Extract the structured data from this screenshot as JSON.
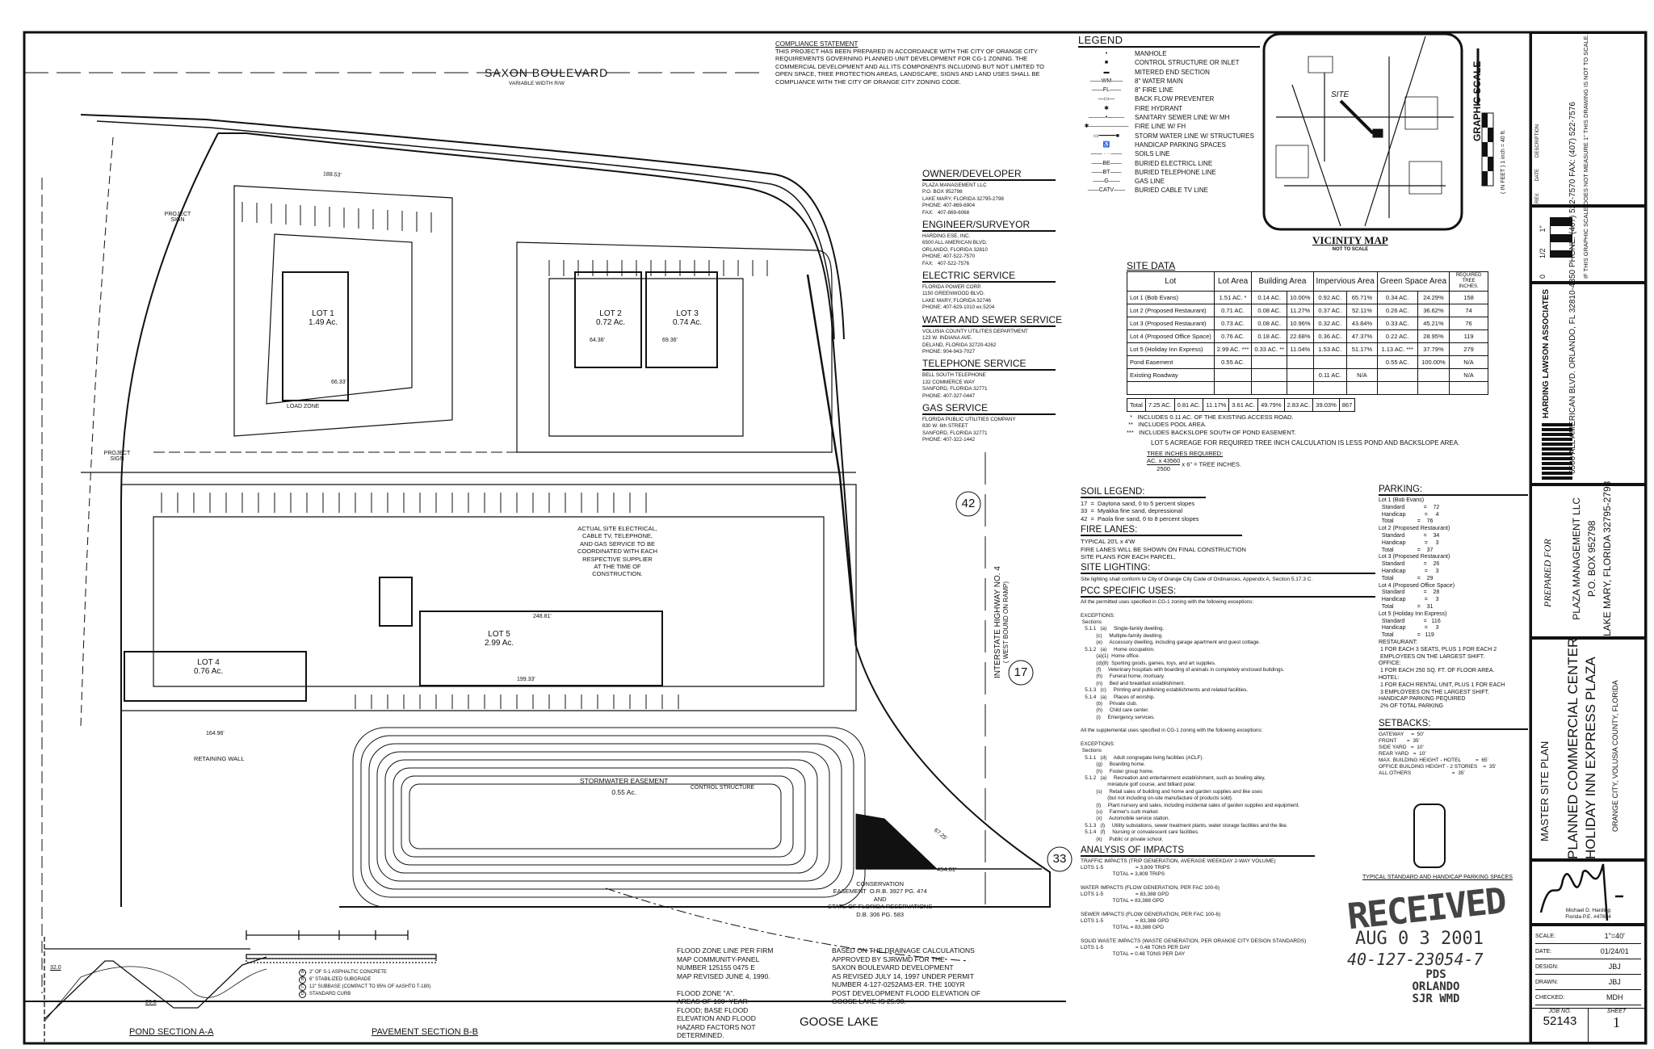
{
  "compliance": {
    "title": "COMPLIANCE STATEMENT",
    "body": "THIS PROJECT HAS BEEN PREPARED IN ACCORDANCE WITH THE CITY OF ORANGE CITY\nREQUIREMENTS GOVERNING PLANNED UNIT DEVELOPMENT FOR CG-1 ZONING. THE\nCOMMERCIAL DEVELOPMENT AND ALL ITS COMPONENTS INCLUDING BUT NOT LIMITED TO\nOPEN SPACE, TREE PROTECTION AREAS, LANDSCAPE, SIGNS AND LAND USES SHALL BE\nCOMPLIANCE WITH THE CITY OF ORANGE CITY ZONING CODE."
  },
  "legend": {
    "title": "LEGEND",
    "items": [
      {
        "symbol": "•",
        "label": "MANHOLE"
      },
      {
        "symbol": "■",
        "label": "CONTROL STRUCTURE OR INLET"
      },
      {
        "symbol": "▬",
        "label": "MITERED END SECTION"
      },
      {
        "symbol": "——WM——",
        "label": "8\" WATER MAIN"
      },
      {
        "symbol": "——FL——",
        "label": "8\" FIRE LINE"
      },
      {
        "symbol": "—▭—",
        "label": "BACK FLOW PREVENTER"
      },
      {
        "symbol": "✱",
        "label": "FIRE HYDRANT"
      },
      {
        "symbol": "———•———",
        "label": "SANITARY SEWER LINE W/ MH"
      },
      {
        "symbol": "✱———————",
        "label": "FIRE LINE W/ FH"
      },
      {
        "symbol": "▭━━━━━■",
        "label": "STORM WATER LINE W/ STRUCTURES"
      },
      {
        "symbol": "♿",
        "label": "HANDICAP PARKING SPACES"
      },
      {
        "symbol": "—— · · ——",
        "label": "SOILS LINE"
      },
      {
        "symbol": "——BE——",
        "label": "BURIED ELECTRICL LINE"
      },
      {
        "symbol": "——BT——",
        "label": "BURIED TELEPHONE LINE"
      },
      {
        "symbol": "——G——",
        "label": "GAS LINE"
      },
      {
        "symbol": "——CATV——",
        "label": "BURIED CABLE TV LINE"
      }
    ]
  },
  "vicinity_map": {
    "title": "VICINITY MAP",
    "subtitle": "NOT TO SCALE",
    "site_label": "SITE"
  },
  "graphic_scale": {
    "title": "GRAPHIC SCALE",
    "units": "( IN FEET )",
    "ratio": "1 inch = 40 ft."
  },
  "contacts": [
    {
      "title": "OWNER/DEVELOPER",
      "lines": "PLAZA MANAGEMENT LLC\nP.O. BOX 952798\nLAKE MARY, FLORIDA 32795-2798\nPHONE: 407-869-6904\nFAX:   407-869-6068"
    },
    {
      "title": "ENGINEER/SURVEYOR",
      "lines": "HARDING ESE, INC.\n6500 ALL AMERICAN BLVD.\nORLANDO, FLORIDA 32810\nPHONE: 407-522-7570\nFAX:   407-522-7576"
    },
    {
      "title": "ELECTRIC SERVICE",
      "lines": "FLORIDA POWER CORP.\n1150 GREENWOOD BLVD.\nLAKE MARY, FLORIDA 32746\nPHONE: 407-629-1010 ex.5204"
    },
    {
      "title": "WATER AND SEWER SERVICE",
      "lines": "VOLUSIA COUNTY UTILITIES DEPARTMENT\n123 W. INDIANA AVE.\nDELAND, FLORIDA 32720-4262\nPHONE: 904-943-7027"
    },
    {
      "title": "TELEPHONE SERVICE",
      "lines": "BELL SOUTH TELEPHONE\n132 COMMERCE WAY\nSANFORD, FLORIDA 32771\nPHONE: 407-327-0447"
    },
    {
      "title": "GAS SERVICE",
      "lines": "FLORIDA PUBLIC UTILITIES COMPANY\n830 W. 6th STREET\nSANFORD, FLORIDA 32771\nPHONE: 407-322-1442"
    }
  ],
  "site_data": {
    "title": "SITE DATA",
    "headers": [
      "Lot",
      "Lot Area",
      "Building Area",
      "Impervious Area",
      "Green Space Area",
      "REQUIRED TREE INCHES."
    ],
    "rows": [
      [
        "Lot 1 (Bob Evans)",
        "1.51 AC. *",
        "0.14 AC.",
        "10.00%",
        "0.92 AC.",
        "65.71%",
        "0.34 AC.",
        "24.29%",
        "158"
      ],
      [
        "Lot 2 (Proposed Restaurant)",
        "0.71 AC.",
        "0.08 AC.",
        "11.27%",
        "0.37 AC.",
        "52.11%",
        "0.26 AC.",
        "36.62%",
        "74"
      ],
      [
        "Lot 3 (Proposed Restaurant)",
        "0.73 AC.",
        "0.08 AC.",
        "10.96%",
        "0.32 AC.",
        "43.84%",
        "0.33 AC.",
        "45.21%",
        "76"
      ],
      [
        "Lot 4 (Proposed Office Space)",
        "0.76 AC.",
        "0.18 AC.",
        "22.68%",
        "0.36 AC.",
        "47.37%",
        "0.22 AC.",
        "28.95%",
        "119"
      ],
      [
        "Lot 5 (Holiday Inn Express)",
        "2.99 AC. ***",
        "0.33 AC. **",
        "11.04%",
        "1.53 AC.",
        "51.17%",
        "1.13 AC. ***",
        "37.79%",
        "279"
      ],
      [
        "Pond Easement",
        "0.55 AC.",
        "",
        "",
        "",
        "",
        "0.55 AC.",
        "100.00%",
        "N/A"
      ],
      [
        "Existing Roadway",
        "",
        "",
        "",
        "0.11 AC.",
        "N/A",
        "",
        "",
        "N/A"
      ],
      [
        "",
        "",
        "",
        "",
        "",
        "",
        "",
        "",
        ""
      ]
    ],
    "total": [
      "Total",
      "7.25 AC.",
      "0.81 AC.",
      "11.17%",
      "3.61 AC.",
      "49.79%",
      "2.83 AC.",
      "39.03%",
      "867"
    ],
    "footnotes": "  *   INCLUDES 0.11 AC. OF THE EXISTING ACCESS ROAD.\n **   INCLUDES POOL AREA.\n***   INCLUDES BACKSLOPE SOUTH OF POND EASEMENT.",
    "lot5_note": "LOT 5 ACREAGE FOR REQUIRED TREE INCH CALCULATION IS LESS POND AND BACKSLOPE AREA.",
    "tree_title": "TREE INCHES REQUIRED:",
    "tree_num": "AC. x 43560",
    "tree_den": "2500",
    "tree_rest": "x 6\" = TREE INCHES."
  },
  "soil_legend": {
    "title": "SOIL LEGEND:",
    "lines": "17  =  Daytona sand, 0 to 5 percent slopes\n33  =  Myakka fine sand, depressional\n42  =  Paola fine sand, 0 to 8 percent slopes"
  },
  "fire_lanes": {
    "title": "FIRE LANES:",
    "lines": "TYPICAL 20'L x 4'W\nFIRE LANES WILL BE SHOWN ON FINAL CONSTRUCTION\nSITE PLANS FOR EACH PARCEL."
  },
  "site_lighting": {
    "title": "SITE LIGHTING:",
    "lines": "Site lighting shall conform to City of Orange City Code of Ordinances, Appendix A, Section 5.17.3 C."
  },
  "pcc_uses": {
    "title": "PCC SPECIFIC USES:",
    "permitted": "All the permitted uses specified in CG-1 zoning with the following exceptions:\n\nEXCEPTIONS:\n Sections\n   5.1.1   (a)     Single-family dwelling.\n           (c)     Multiple-family dwelling.\n           (e)     Accessory dwelling, including garage apartment and guest cottage.\n   5.1.2   (a)     Home occupation.\n           (a)(1)  Home office.\n           (d)(8)  Sporting goods, games, toys, and art supplies.\n           (f)     Veterinary hospitals with boarding of animals in completely enclosed buildings.\n           (h)     Funeral home, mortuary.\n           (n)     Bed and breakfast establishment.\n   5.1.3   (c)     Printing and publishing establishments and related facilities.\n   5.1.4   (a)     Places of worship.\n           (b)     Private club.\n           (h)     Child care center.\n           (i)     Emergency services.",
    "supplemental": "All the supplemental uses specified in CG-1 zoning with the following exceptions:\n\nEXCEPTIONS:\n Sections\n   5.1.1   (d)     Adult congregate living facilities (ACLF).\n           (g)     Boarding home.\n           (h)     Foster group home.\n   5.1.2   (a)     Recreation and entertainment establishment, such as bowling alley,\n                   miniature golf course, and billiard polar.\n           (s)     Retail sales of building and home and garden supplies and like uses\n                   (but not including on-site manufacture of products sold).\n           (t)     Plant nursery and sales, including incidental sales of garden supplies and equipment.\n           (u)     Farmer's curb market.\n           (x)     Automobile service station.\n   5.1.3   (l)     Utility substations, sewer treatment plants, water storage facilities and the like.\n   5.1.4   (f)     Nursing or convalescent care facilities.\n           (k)     Public or private school."
  },
  "analysis": {
    "title": "ANALYSIS OF IMPACTS",
    "text": "TRAFFIC IMPACTS (TRIP GENERATION, AVERAGE WEEKDAY 2-WAY VOLUME)\nLOTS 1-5                      = 3,809 TRIPS\n                      TOTAL = 3,809 TRIPS\n\nWATER IMPACTS (FLOW GENERATION, PER FAC 100-6)\nLOTS 1-5                      = 83,388 GPD\n                      TOTAL = 83,388 GPD\n\nSEWER IMPACTS (FLOW GENERATION, PER FAC 100-6)\nLOTS 1-5                      = 83,388 GPD\n                      TOTAL = 83,388 GPD\n\nSOLID WASTE IMPACTS (WASTE GENERATION, PER ORANGE CITY DESIGN STANDARDS)\nLOTS 1-5                      = 0.48 TONS PER DAY\n                      TOTAL = 0.48 TONS PER DAY"
  },
  "parking": {
    "title": "PARKING:",
    "text": "Lot 1 (Bob Evans)\n  Standard            =    72\n  Handicap            =     4\n  Total               =    76\nLot 2 (Proposed Restaurant)\n  Standard            =    34\n  Handicap            =     3\n  Total               =    37\nLot 3 (Proposed Restaurant)\n  Standard            =    26\n  Handicap            =     3\n  Total               =    29\nLot 4 (Proposed Office Space)\n  Standard            =    28\n  Handicap            =     3\n  Total               =    31\nLot 5 (Holiday Inn Express)\n  Standard            =   116\n  Handicap            =     3\n  Total               =   119\nRESTAURANT:\n 1 FOR EACH 3 SEATS, PLUS 1 FOR EACH 2\n EMPLOYEES ON THE LARGEST SHIFT.\nOFFICE:\n 1 FOR EACH 250 SQ. FT. OF FLOOR AREA.\nHOTEL:\n 1 FOR EACH RENTAL UNIT, PLUS 1 FOR EACH\n 3 EMPLOYEES ON THE LARGEST SHIFT.\nHANDICAP PARKING PEQUIRED\n 2% OF TOTAL PARKING"
  },
  "setbacks": {
    "title": "SETBACKS:",
    "text": "GATEWAY     =  50'\nFRONT       =  35'\nSIDE YARD   =  10'\nREAR YARD   =  10'\nMAX. BUILDING HEIGHT - HOTEL          =  65'\nOFFICE BUILDING HEIGHT - 2 STORIES    =  35'\nALL OTHERS                            =  35'"
  },
  "typical_parking": {
    "label": "TYPICAL STANDARD AND HANDICAP PARKING SPACES"
  },
  "site_plan": {
    "road": "SAXON BOULEVARD",
    "road_sub": "VARIABLE WIDTH R/W",
    "lots": [
      {
        "name": "LOT 1",
        "area": "1.49 Ac."
      },
      {
        "name": "LOT 2",
        "area": "0.72 Ac."
      },
      {
        "name": "LOT 3",
        "area": "0.74 Ac."
      },
      {
        "name": "LOT 4",
        "area": "0.76 Ac."
      },
      {
        "name": "LOT 5",
        "area": "2.99 Ac."
      }
    ],
    "project_sign": "PROJECT SIGN",
    "load_zone": "LOAD ZONE",
    "retaining_wall": "RETAINING WALL",
    "stormwater": "STORMWATER EASEMENT",
    "stormwater_area": "0.55 Ac.",
    "control_structure": "CONTROL STRUCTURE",
    "conservation": "CONSERVATION\nEASEMENT  O.R.B. 3927 PG. 474\nAND\nSTATE OF FLORIDA RESERVATIONS\nD.B. 306 PG. 583",
    "utility_note": "ACTUAL SITE ELECTRICAL,\nCABLE TV, TELEPHONE,\nAND GAS SERVICE TO BE\nCOORDINATED WITH EACH\nRESPECTIVE SUPPLIER\nAT THE TIME OF\nCONSTRUCTION.",
    "interstate": "INTERSTATE HIGHWAY NO. 4",
    "interstate_sub": "( WEST BOUND ON RAMP)",
    "soils": [
      "42",
      "17",
      "33"
    ],
    "dims": {
      "d1": "66.33'",
      "d2": "64.36'",
      "d3": "69.36'",
      "d4": "248.81'",
      "d5": "199.33'",
      "d6": "454.81'",
      "d7": "67.25'",
      "d8": "188.53'",
      "d9": "164.96'"
    }
  },
  "sections": {
    "pond": "POND SECTION A-A",
    "pond_elev_top": "32.0",
    "pond_elev_bot": "26.0",
    "pavement": "PAVEMENT SECTION B-B",
    "pavement_legend": [
      "2\" OF S-1 ASPHALTIC CONCRETE",
      "6\" STABILIZED SUBGRADE",
      "12\" SUBBASE (COMPACT TO 95% OF AASHTO T-180)",
      "STANDARD CURB"
    ],
    "pavement_keys": [
      "A",
      "B",
      "C",
      "D"
    ]
  },
  "notes": {
    "flood": "FLOOD ZONE LINE PER FIRM\nMAP COMMUNITY-PANEL\nNUMBER 125155 0475 E\nMAP REVISED JUNE 4, 1990.\n\nFLOOD ZONE \"A\".\nAREAS OF 100- YEAR\nFLOOD; BASE FLOOD\nELEVATION AND FLOOD\nHAZARD FACTORS NOT\nDETERMINED.",
    "drainage": "BASED ON THE DRAINAGE CALCULATIONS\nAPPROVED BY SJRWMD FOR THE\nSAXON BOULEVARD DEVELOPMENT\nAS REVISED JULY 14, 1997 UNDER PERMIT\nNUMBER 4-127-0252AM3-ER. THE 100YR\nPOST DEVELOPMENT FLOOD ELEVATION OF\nGOOSE LAKE IS 25.90.",
    "lake": "GOOSE LAKE"
  },
  "stamp": {
    "received": "RECEIVED",
    "date": "AUG 0 3 2001",
    "number": "40-127-23054-7",
    "office1": "PDS",
    "office2": "ORLANDO",
    "office3": "SJR WMD"
  },
  "title_block": {
    "revision_headers": [
      "REV.",
      "DATE",
      "DESCRIPTION"
    ],
    "scale_bar": {
      "zero": "0",
      "half": "1/2",
      "one": "1\"",
      "note": "IF THIS GRAPHIC\nSCALE DOES NOT\nMEASURE 1\" THIS\nDRAWING IS NOT\nTO SCALE."
    },
    "firm": "HARDING LAWSON ASSOCIATES",
    "firm_logo": "HLA",
    "firm_address": "6500 ALL AMERICAN BLVD.\nORLANDO, FL 32810-4350\nPHONE: (407) 522-7570\nFAX: (407) 522-7576",
    "prepared_for": "PREPARED FOR",
    "client": "PLAZA MANAGEMENT LLC",
    "client_box": "P.O. BOX 952798",
    "client_city": "LAKE MARY, FLORIDA 32795-2798",
    "sheet_title": "MASTER SITE PLAN",
    "project1": "PLANNED COMMERCIAL CENTER",
    "project2": "HOLIDAY INN EXPRESS PLAZA",
    "location": "ORANGE CITY, VOLUSIA COUNTY, FLORIDA",
    "engineer": "Michael D. Harding",
    "license": "Florida P.E. #47884",
    "meta": [
      {
        "label": "SCALE:",
        "value": "1\"=40'"
      },
      {
        "label": "DATE:",
        "value": "01/24/01"
      },
      {
        "label": "DESIGN:",
        "value": "JBJ"
      },
      {
        "label": "DRAWN:",
        "value": "JBJ"
      },
      {
        "label": "CHECKED:",
        "value": "MDH"
      }
    ],
    "job_label": "JOB NO.",
    "job": "52143",
    "sheet_label": "SHEET",
    "sheet": "1"
  }
}
